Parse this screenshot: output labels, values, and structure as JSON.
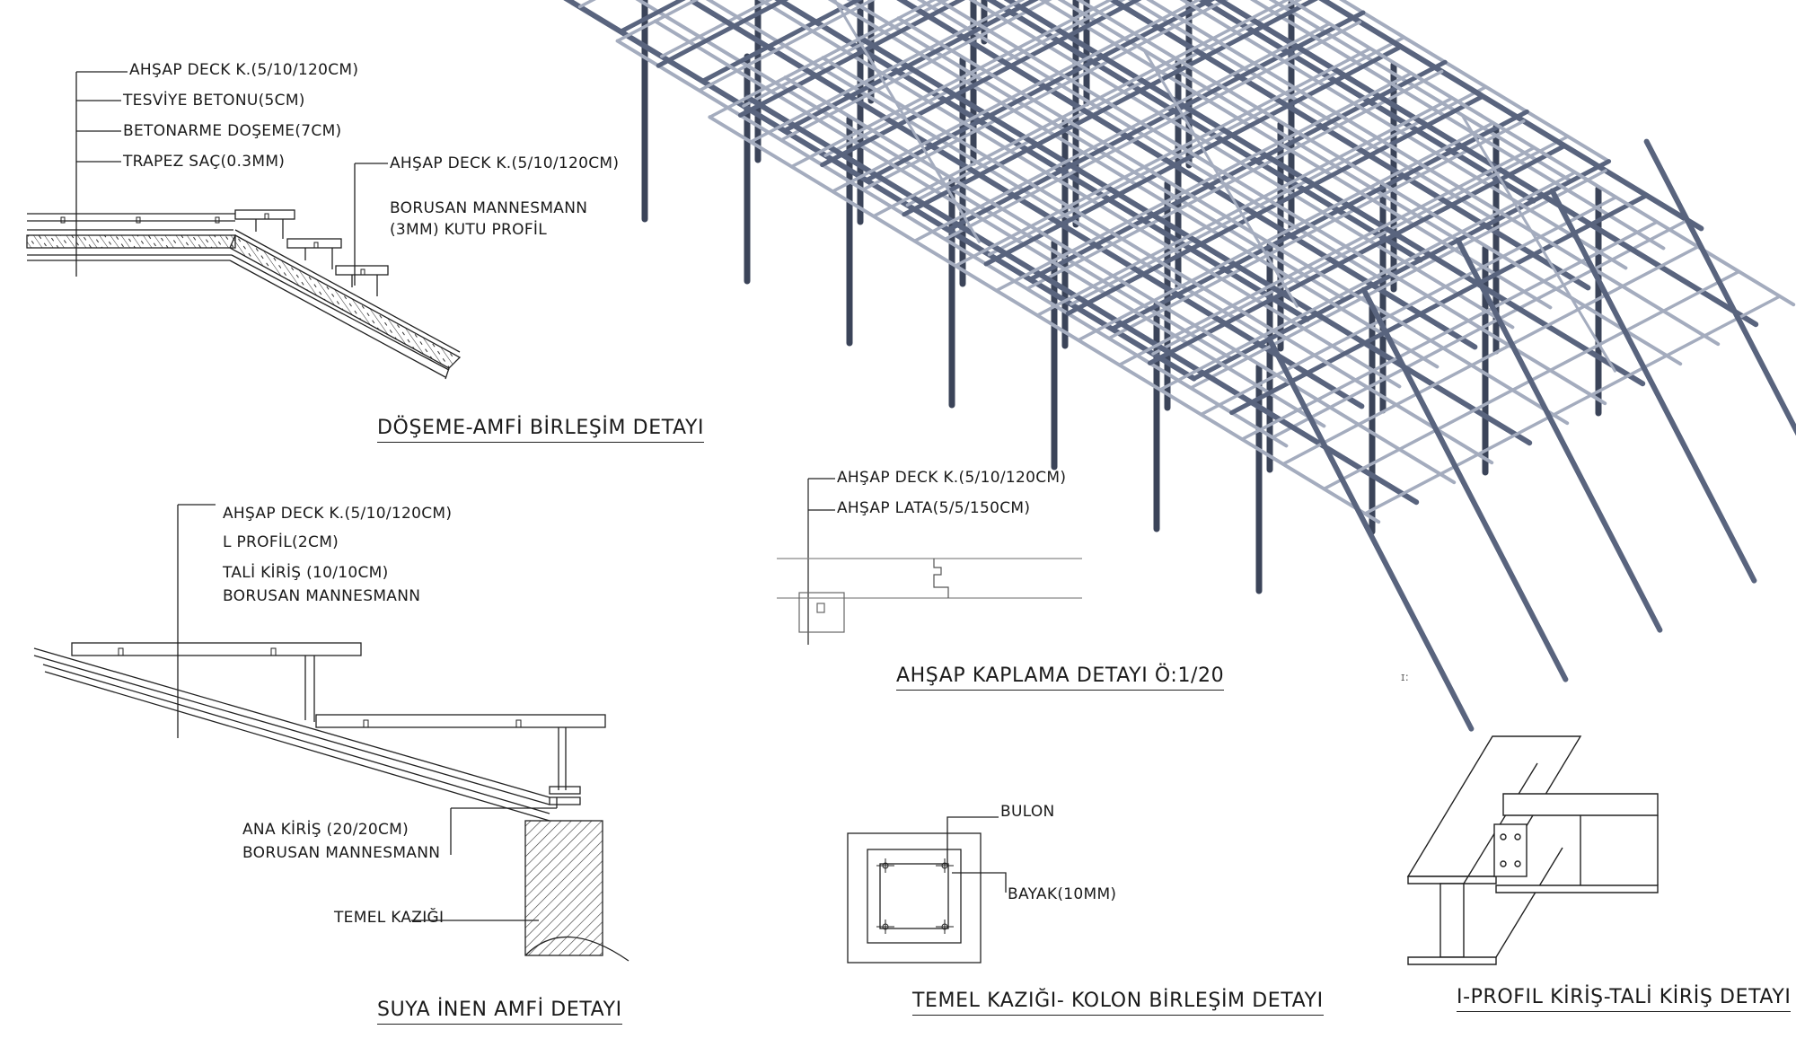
{
  "colors": {
    "steel_primary": "#59647e",
    "steel_light": "#a4acbe",
    "steel_dark": "#3b4459",
    "line": "#222222",
    "hatch": "#333333"
  },
  "detail_floor": {
    "title": "DÖŞEME-AMFİ BİRLEŞİM DETAYI",
    "label_deck": "AHŞAP DECK K.(5/10/120CM)",
    "label_leveling": "TESVİYE BETONU(5CM)",
    "label_slab": "BETONARME DOŞEME(7CM)",
    "label_trapez": "TRAPEZ SAÇ(0.3MM)",
    "label_deck_step": "AHŞAP DECK K.(5/10/120CM)",
    "label_profile_line1": "BORUSAN MANNESMANN",
    "label_profile_line2": "(3MM) KUTU PROFİL"
  },
  "detail_water": {
    "title": "SUYA İNEN AMFİ DETAYI",
    "label_deck": "AHŞAP DECK K.(5/10/120CM)",
    "label_lprofile": "L PROFİL(2CM)",
    "label_secondary_line1": "TALİ KİRİŞ (10/10CM)",
    "label_secondary_line2": "BORUSAN MANNESMANN",
    "label_main_line1": "ANA KİRİŞ (20/20CM)",
    "label_main_line2": "BORUSAN MANNESMANN",
    "label_pile": "TEMEL KAZIĞI"
  },
  "detail_cladding": {
    "title": "AHŞAP KAPLAMA DETAYI Ö:1/20",
    "label_deck": "AHŞAP DECK K.(5/10/120CM)",
    "label_lath": "AHŞAP LATA(5/5/150CM)"
  },
  "detail_pile_column": {
    "title": "TEMEL KAZIĞI- KOLON BİRLEŞİM DETAYI",
    "label_bolt": "BULON",
    "label_plate": "BAYAK(10MM)"
  },
  "detail_iprofile": {
    "title": "I-PROFIL KİRİŞ-TALİ KİRİŞ DETAYI"
  },
  "frame_model": {
    "mark": "ɪ:"
  }
}
